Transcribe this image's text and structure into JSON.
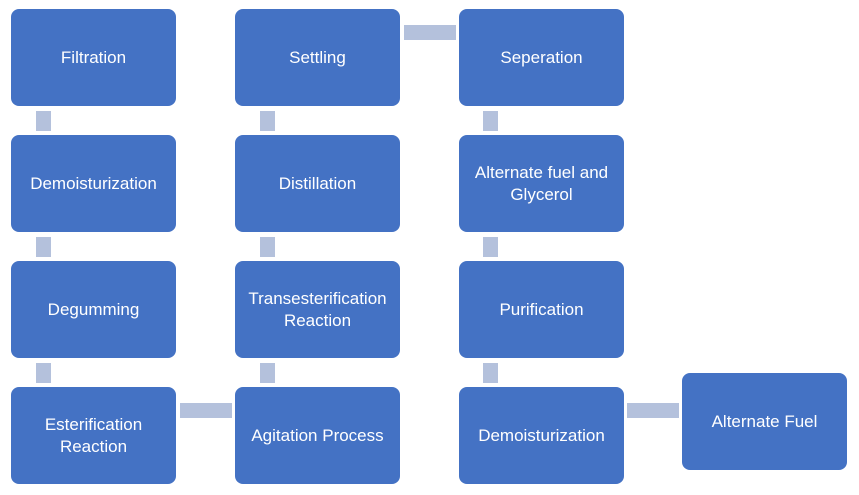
{
  "steps": {
    "filtration": "Filtration",
    "demoisturization_1": "Demoisturization",
    "degumming": "Degumming",
    "esterification": "Esterification Reaction",
    "agitation": "Agitation Process",
    "transesterification": "Transesterification Reaction",
    "distillation": "Distillation",
    "settling": "Settling",
    "seperation": "Seperation",
    "alternate_fuel_glycerol": "Alternate fuel and Glycerol",
    "purification": "Purification",
    "demoisturization_2": "Demoisturization",
    "alternate_fuel": "Alternate Fuel"
  }
}
